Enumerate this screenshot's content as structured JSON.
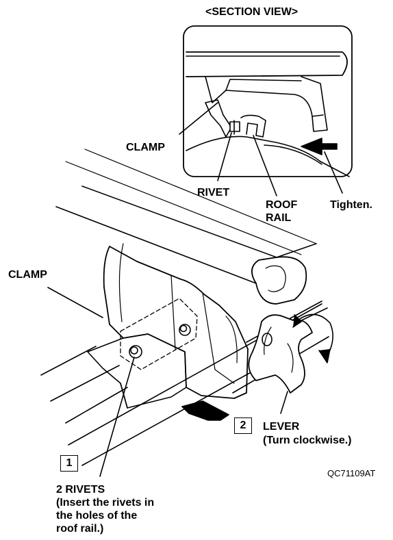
{
  "section_title": "<SECTION VIEW>",
  "labels": {
    "clamp_section": "CLAMP",
    "rivet": "RIVET",
    "roof_rail_line1": "ROOF",
    "roof_rail_line2": "RAIL",
    "tighten": "Tighten.",
    "clamp_main": "CLAMP",
    "lever_line1": "LEVER",
    "lever_line2": "(Turn clockwise.)",
    "rivets_line1": "2 RIVETS",
    "rivets_line2": "(Insert the rivets in",
    "rivets_line3": "the holes of the",
    "rivets_line4": "roof rail.)",
    "figure_code": "QC71109AT"
  },
  "steps": [
    "1",
    "2"
  ]
}
